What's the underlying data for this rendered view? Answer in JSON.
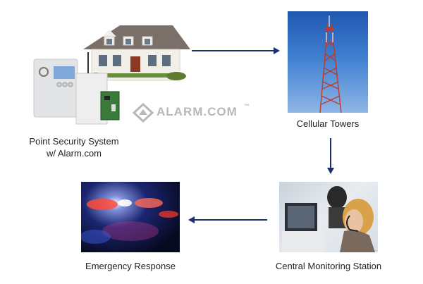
{
  "nodes": {
    "security_system": {
      "caption_line1": "Point Security System",
      "caption_line2": "w/ Alarm.com"
    },
    "cellular_towers": {
      "caption": "Cellular Towers"
    },
    "monitoring_station": {
      "caption": "Central Monitoring Station"
    },
    "emergency_response": {
      "caption": "Emergency Response"
    }
  },
  "logo": {
    "text": "ALARM.COM",
    "trademark": "™"
  },
  "colors": {
    "arrow": "#1a2f6b",
    "logo_gray": "#b8b8b8",
    "sky": "#3a73c4",
    "tower": "#c0392b"
  }
}
